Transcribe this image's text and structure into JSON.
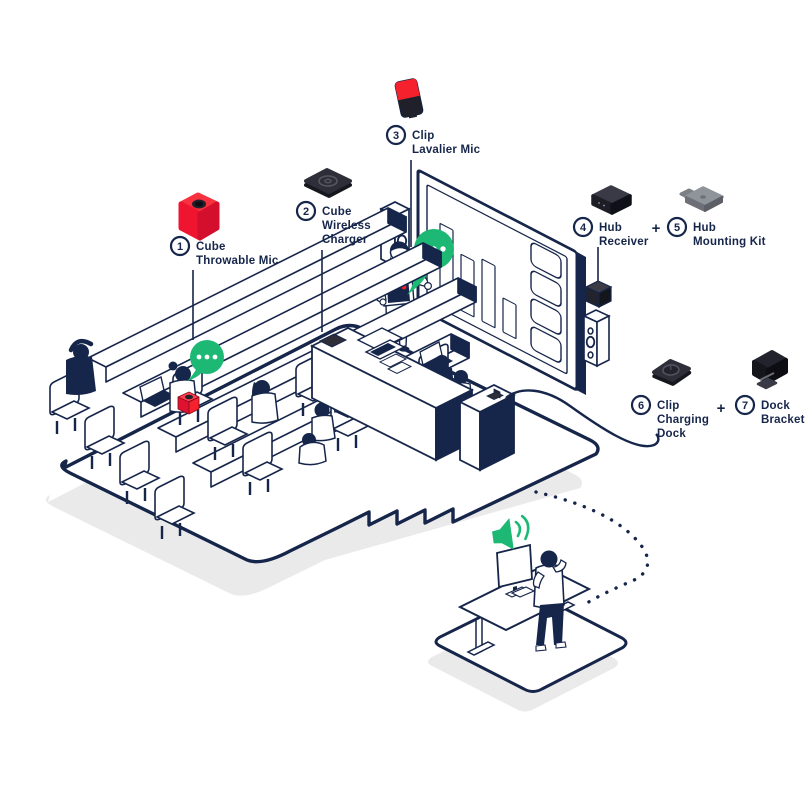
{
  "palette": {
    "navy": "#16254a",
    "green": "#1db974",
    "red": "#f5222d",
    "red_dark": "#d40f2e",
    "dark_device": "#2e2e38",
    "gray_device": "#8f939a",
    "shadow": "#eaeaea",
    "background": "#ffffff"
  },
  "callouts": {
    "c1": {
      "num": "1",
      "lines": [
        "Cube",
        "Throwable Mic"
      ]
    },
    "c2": {
      "num": "2",
      "lines": [
        "Cube",
        "Wireless",
        "Charger"
      ]
    },
    "c3": {
      "num": "3",
      "lines": [
        "Clip",
        "Lavalier Mic"
      ]
    },
    "c4": {
      "num": "4",
      "lines": [
        "Hub",
        "Receiver"
      ]
    },
    "c5": {
      "num": "5",
      "lines": [
        "Hub",
        "Mounting Kit"
      ]
    },
    "c6": {
      "num": "6",
      "lines": [
        "Clip",
        "Charging",
        "Dock"
      ]
    },
    "c7": {
      "num": "7",
      "lines": [
        "Dock",
        "Bracket"
      ]
    },
    "plus": "+"
  },
  "icons": {
    "c1": "cube-throwable-mic",
    "c2": "cube-wireless-charger",
    "c3": "clip-lavalier-mic",
    "c4": "hub-receiver",
    "c5": "hub-mounting-kit",
    "c6": "clip-charging-dock",
    "c7": "dock-bracket",
    "scene": [
      "speech-bubble",
      "speaker-sound",
      "presentation-screen",
      "lecture-hall",
      "remote-worker"
    ]
  }
}
